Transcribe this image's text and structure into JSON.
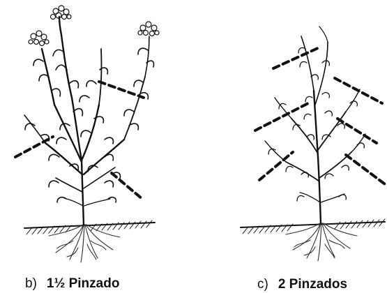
{
  "captions": {
    "b": {
      "letter": "b)",
      "text": "1½ Pinzado"
    },
    "c": {
      "letter": "c)",
      "text": "2 Pinzados"
    }
  },
  "colors": {
    "ink": "#111111",
    "root": "#333333",
    "background": "#ffffff"
  },
  "icons": [
    "flower-cluster-icon",
    "pinch-cut-line-icon",
    "ground-hatch-icon"
  ]
}
